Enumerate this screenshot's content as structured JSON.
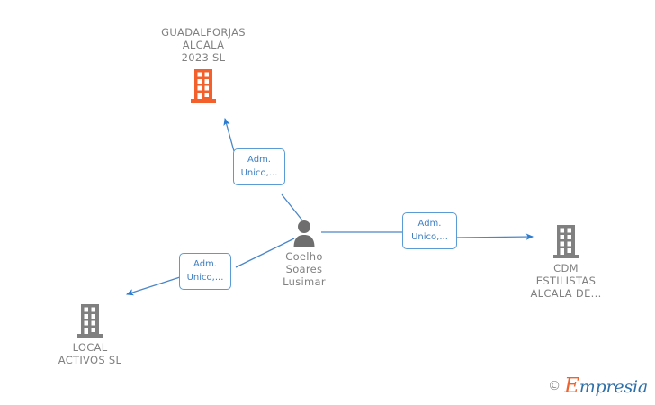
{
  "graph": {
    "nodes": [
      {
        "id": "guadalforjas",
        "type": "company",
        "name": "GUADALFORJAS\nALCALA\n2023  SL",
        "icon": "building-icon",
        "color": "#f4602c",
        "highlighted": true
      },
      {
        "id": "person",
        "type": "person",
        "name": "Coelho\nSoares\nLusimar",
        "icon": "person-icon",
        "color": "#6e6e6e",
        "highlighted": false
      },
      {
        "id": "cdm",
        "type": "company",
        "name": "CDM\nESTILISTAS\nALCALA DE...",
        "icon": "building-icon",
        "color": "#808080",
        "highlighted": false
      },
      {
        "id": "local",
        "type": "company",
        "name": "LOCAL\nACTIVOS  SL",
        "icon": "building-icon",
        "color": "#808080",
        "highlighted": false
      }
    ],
    "edges": [
      {
        "id": "edge-person-guadalforjas",
        "from": "person",
        "to": "guadalforjas",
        "label": "Adm.\nUnico,...",
        "color": "#4a86c8"
      },
      {
        "id": "edge-person-cdm",
        "from": "person",
        "to": "cdm",
        "label": "Adm.\nUnico,...",
        "color": "#4a86c8"
      },
      {
        "id": "edge-person-local",
        "from": "person",
        "to": "local",
        "label": "Adm.\nUnico,...",
        "color": "#4a86c8"
      }
    ]
  },
  "watermark": {
    "copyright": "©",
    "brand_initial": "E",
    "brand_rest": "mpresia"
  }
}
